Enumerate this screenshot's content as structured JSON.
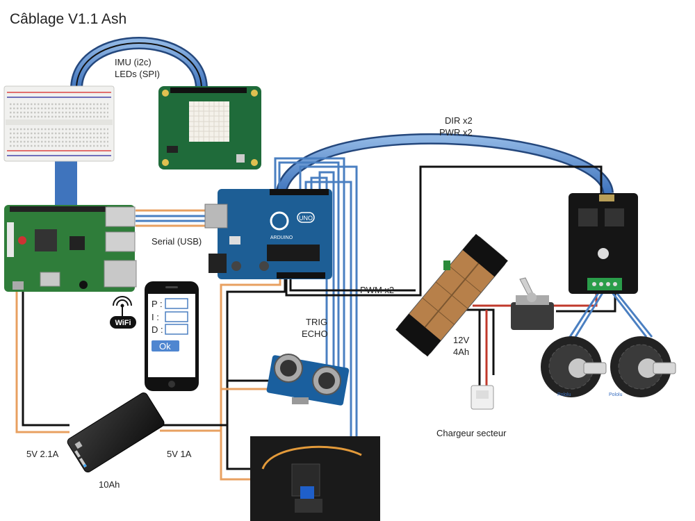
{
  "title": "Câblage V1.1 Ash",
  "labels": {
    "imu": "IMU (i2c)",
    "leds": "LEDs (SPI)",
    "dir": "DIR x2",
    "pwr": "PWR x2",
    "serial": "Serial (USB)",
    "pwm": "PWM x2",
    "trig": "TRIG",
    "echo": "ECHO",
    "volt": "12V",
    "amp": "4Ah",
    "charger": "Chargeur secteur",
    "usb_a": "5V 2.1A",
    "usb_b": "5V 1A",
    "capacity": "10Ah",
    "wifi": "WiFi"
  },
  "phone": {
    "fields": [
      "P :",
      "I :",
      "D :"
    ],
    "ok_button": "Ok"
  },
  "arduino": {
    "brand": "ARDUINO",
    "model": "UNO"
  },
  "motor_brand": "Pololu",
  "colors": {
    "wire_black": "#111111",
    "wire_blue": "#4a7fc1",
    "wire_orange": "#e8a060",
    "wire_red": "#c0392b",
    "pcb_green": "#1f6b3a",
    "arduino_blue": "#1d5e95"
  }
}
